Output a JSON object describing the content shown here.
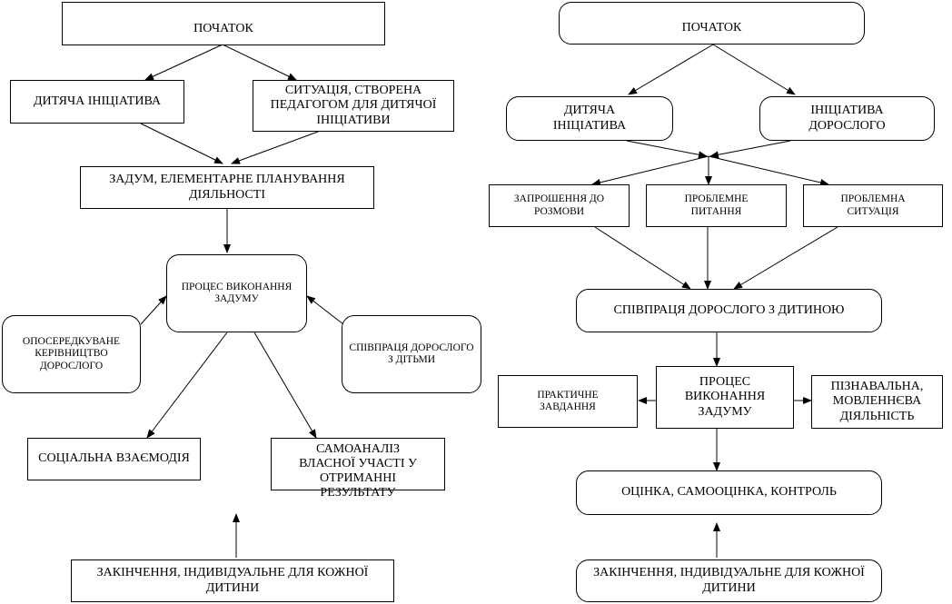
{
  "left": {
    "start": "ПОЧАТОК",
    "child_initiative": "ДИТЯЧА ІНІЦІАТИВА",
    "situation": "СИТУАЦІЯ, СТВОРЕНА ПЕДАГОГОМ ДЛЯ ДИТЯЧОЇ ІНІЦІАТИВИ",
    "plan": "ЗАДУМ, ЕЛЕМЕНТАРНЕ ПЛАНУВАННЯ ДІЯЛЬНОСТІ",
    "process": "ПРОЦЕС ВИКОНАННЯ ЗАДУМУ",
    "mediated": "ОПОСЕРЕДКУВАНЕ КЕРІВНИЦТВО ДОРОСЛОГО",
    "cooperation": "СПІВПРАЦЯ ДОРОСЛОГО З ДІТЬМИ",
    "social": "СОЦІАЛЬНА ВЗАЄМОДІЯ",
    "selfanalysis": "САМОАНАЛІЗ ВЛАСНОЇ УЧАСТІ У ОТРИМАННІ РЕЗУЛЬТАТУ",
    "end": "ЗАКІНЧЕННЯ, ІНДИВІДУАЛЬНЕ ДЛЯ КОЖНОЇ ДИТИНИ"
  },
  "right": {
    "start": "ПОЧАТОК",
    "child_initiative": "ДИТЯЧА ІНІЦІАТИВА",
    "adult_initiative": "ІНІЦІАТИВА ДОРОСЛОГО",
    "invitation": "ЗАПРОШЕННЯ ДО РОЗМОВИ",
    "problem_question": "ПРОБЛЕМНЕ ПИТАННЯ",
    "problem_situation": "ПРОБЛЕМНА СИТУАЦІЯ",
    "cooperation": "СПІВПРАЦЯ ДОРОСЛОГО З ДИТИНОЮ",
    "practical": "ПРАКТИЧНЕ ЗАВДАННЯ",
    "process": "ПРОЦЕС ВИКОНАННЯ ЗАДУМУ",
    "cognitive": "ПІЗНАВАЛЬНА, МОВЛЕННЄВА ДІЯЛЬНІСТЬ",
    "evaluation": "ОЦІНКА, САМООЦІНКА, КОНТРОЛЬ",
    "end": "ЗАКІНЧЕННЯ, ІНДИВІДУАЛЬНЕ ДЛЯ КОЖНОЇ ДИТИНИ"
  }
}
